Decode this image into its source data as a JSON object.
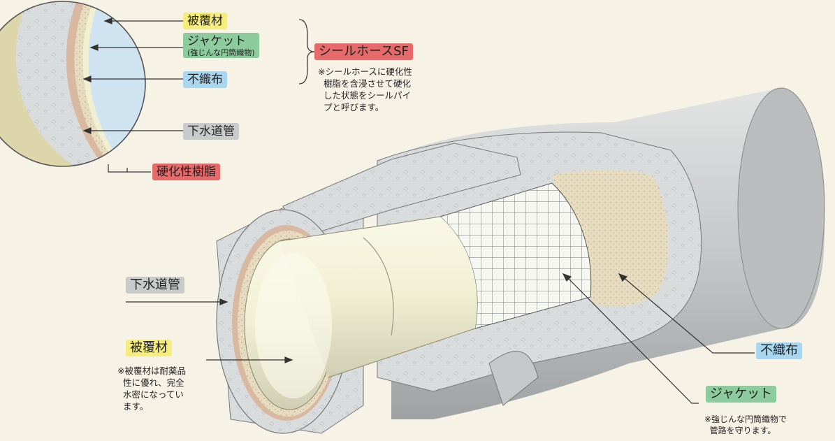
{
  "circle_labels": {
    "coating": "被覆材",
    "jacket": "ジャケット",
    "jacket_sub": "(強じんな円筒織物)",
    "nonwoven": "不織布",
    "sewer_pipe": "下水道管",
    "resin": "硬化性樹脂"
  },
  "product_name": "シールホースSF",
  "product_note": "※シールホースに硬化性\n  樹脂を含浸させて硬化\n  した状態をシールパイ\n  プと呼びます。",
  "main_labels": {
    "sewer_pipe": "下水道管",
    "coating": "被覆材",
    "coating_note": "※被覆材は耐薬品\n  性に優れ、完全\n  水密になってい\n  ます。",
    "nonwoven": "不織布",
    "jacket": "ジャケット",
    "jacket_note": "※強じんな円筒織物で\n  管路を守ります。"
  },
  "colors": {
    "yellow": "#f4ec7c",
    "green": "#8ccc9c",
    "blue": "#a8d6ef",
    "gray": "#c9cbcb",
    "red": "#e66a6a"
  }
}
